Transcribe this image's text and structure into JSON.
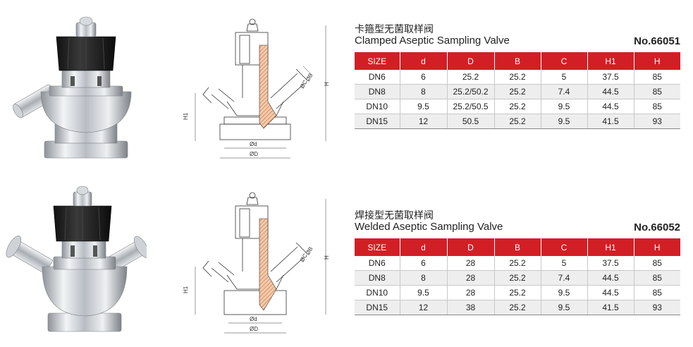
{
  "products": [
    {
      "title_cn": "卡箍型无菌取样阀",
      "title_en": "Clamped Aseptic Sampling Valve",
      "model": "No.66051",
      "columns": [
        "SIZE",
        "d",
        "D",
        "B",
        "C",
        "H1",
        "H"
      ],
      "rows": [
        [
          "DN6",
          "6",
          "25.2",
          "25.2",
          "5",
          "37.5",
          "85"
        ],
        [
          "DN8",
          "8",
          "25.2/50.2",
          "25.2",
          "7.4",
          "44.5",
          "85"
        ],
        [
          "DN10",
          "9.5",
          "25.2/50.5",
          "25.2",
          "9.5",
          "44.5",
          "85"
        ],
        [
          "DN15",
          "12",
          "50.5",
          "25.2",
          "9.5",
          "41.5",
          "93"
        ]
      ],
      "drawing_labels": {
        "h1": "H1",
        "h": "H",
        "d": "Ød",
        "D": "ØD",
        "B": "ØB",
        "C": "ØC"
      }
    },
    {
      "title_cn": "焊接型无菌取样阀",
      "title_en": "Welded Aseptic Sampling Valve",
      "model": "No.66052",
      "columns": [
        "SIZE",
        "d",
        "D",
        "B",
        "C",
        "H1",
        "H"
      ],
      "rows": [
        [
          "DN6",
          "6",
          "28",
          "25.2",
          "5",
          "37.5",
          "85"
        ],
        [
          "DN8",
          "8",
          "28",
          "25.2",
          "7.4",
          "44.5",
          "85"
        ],
        [
          "DN10",
          "9.5",
          "28",
          "25.2",
          "9.5",
          "44.5",
          "85"
        ],
        [
          "DN15",
          "12",
          "38",
          "25.2",
          "9.5",
          "41.5",
          "93"
        ]
      ],
      "drawing_labels": {
        "h1": "H1",
        "h": "H",
        "d": "Ød",
        "D": "ØD",
        "B": "ØB",
        "C": "ØC"
      }
    }
  ]
}
